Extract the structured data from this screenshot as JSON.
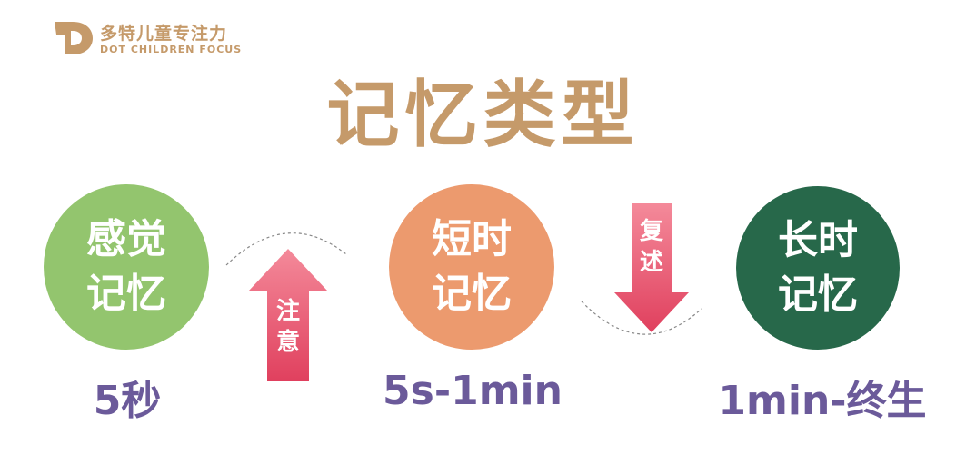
{
  "logo": {
    "name_cn": "多特儿童专注力",
    "name_en": "DOT CHILDREN FOCUS"
  },
  "title": "记忆类型",
  "stages": [
    {
      "label": "感觉记忆",
      "duration": "5秒",
      "color": "#93c56e"
    },
    {
      "label": "短时记忆",
      "duration": "5s-1min",
      "color": "#ec9a6e"
    },
    {
      "label": "长时记忆",
      "duration": "1min-终生",
      "color": "#27684a"
    }
  ],
  "transitions": [
    {
      "label": "注意",
      "direction": "up"
    },
    {
      "label": "复述",
      "direction": "down"
    }
  ],
  "colors": {
    "brand": "#c59a6a",
    "duration_text": "#6b5a9a",
    "arrow": "#e8506a"
  }
}
